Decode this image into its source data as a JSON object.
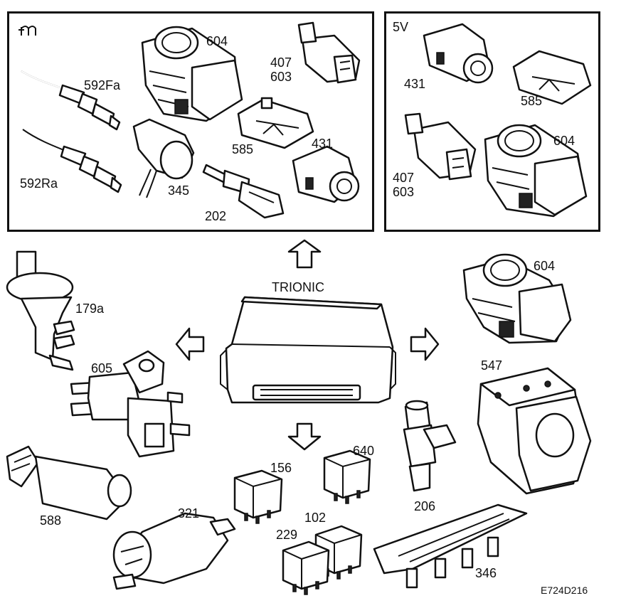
{
  "icons": {
    "left_panel_symbol": "left-hand-drive-icon"
  },
  "left_panel": {
    "labels": {
      "c604": "604",
      "c407_603": "407\n603",
      "c592fa": "592Fa",
      "c592ra": "592Ra",
      "c585": "585",
      "c431": "431",
      "c345": "345",
      "c202": "202"
    }
  },
  "right_panel": {
    "voltage": "5V",
    "labels": {
      "c431": "431",
      "c585": "585",
      "c407_603": "407\n603",
      "c604": "604"
    }
  },
  "center": {
    "title": "TRIONIC"
  },
  "outer_labels": {
    "c179a": "179a",
    "c605": "605",
    "c588": "588",
    "c321": "321",
    "c156": "156",
    "c640": "640",
    "c229": "229",
    "c102": "102",
    "c206": "206",
    "c346": "346",
    "c547": "547",
    "c604": "604"
  },
  "figure_code": "E724D216"
}
